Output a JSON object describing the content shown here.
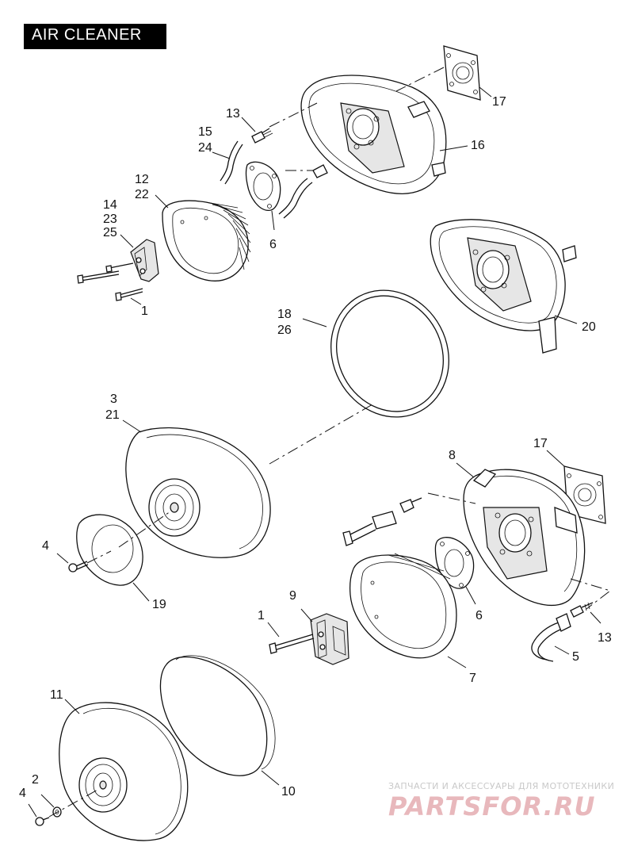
{
  "title": "AIR CLEANER",
  "callouts": [
    {
      "id": "c17a",
      "text": "17"
    },
    {
      "id": "c13a",
      "text": "13"
    },
    {
      "id": "c16",
      "text": "16"
    },
    {
      "id": "c15",
      "text": "15"
    },
    {
      "id": "c24",
      "text": "24"
    },
    {
      "id": "c12",
      "text": "12"
    },
    {
      "id": "c22",
      "text": "22"
    },
    {
      "id": "c14",
      "text": "14"
    },
    {
      "id": "c23",
      "text": "23"
    },
    {
      "id": "c25",
      "text": "25"
    },
    {
      "id": "c6a",
      "text": "6"
    },
    {
      "id": "c1a",
      "text": "1"
    },
    {
      "id": "c18",
      "text": "18"
    },
    {
      "id": "c26",
      "text": "26"
    },
    {
      "id": "c20",
      "text": "20"
    },
    {
      "id": "c3",
      "text": "3"
    },
    {
      "id": "c21",
      "text": "21"
    },
    {
      "id": "c8",
      "text": "8"
    },
    {
      "id": "c17b",
      "text": "17"
    },
    {
      "id": "c4a",
      "text": "4"
    },
    {
      "id": "c19",
      "text": "19"
    },
    {
      "id": "c6b",
      "text": "6"
    },
    {
      "id": "c9",
      "text": "9"
    },
    {
      "id": "c1b",
      "text": "1"
    },
    {
      "id": "c13b",
      "text": "13"
    },
    {
      "id": "c5",
      "text": "5"
    },
    {
      "id": "c7",
      "text": "7"
    },
    {
      "id": "c11",
      "text": "11"
    },
    {
      "id": "c2",
      "text": "2"
    },
    {
      "id": "c4b",
      "text": "4"
    },
    {
      "id": "c10",
      "text": "10"
    }
  ],
  "watermark": {
    "tagline": "ЗАПЧАСТИ И АКСЕССУАРЫ ДЛЯ МОТОТЕХНИКИ",
    "logo": "PARTSFOR.RU"
  }
}
